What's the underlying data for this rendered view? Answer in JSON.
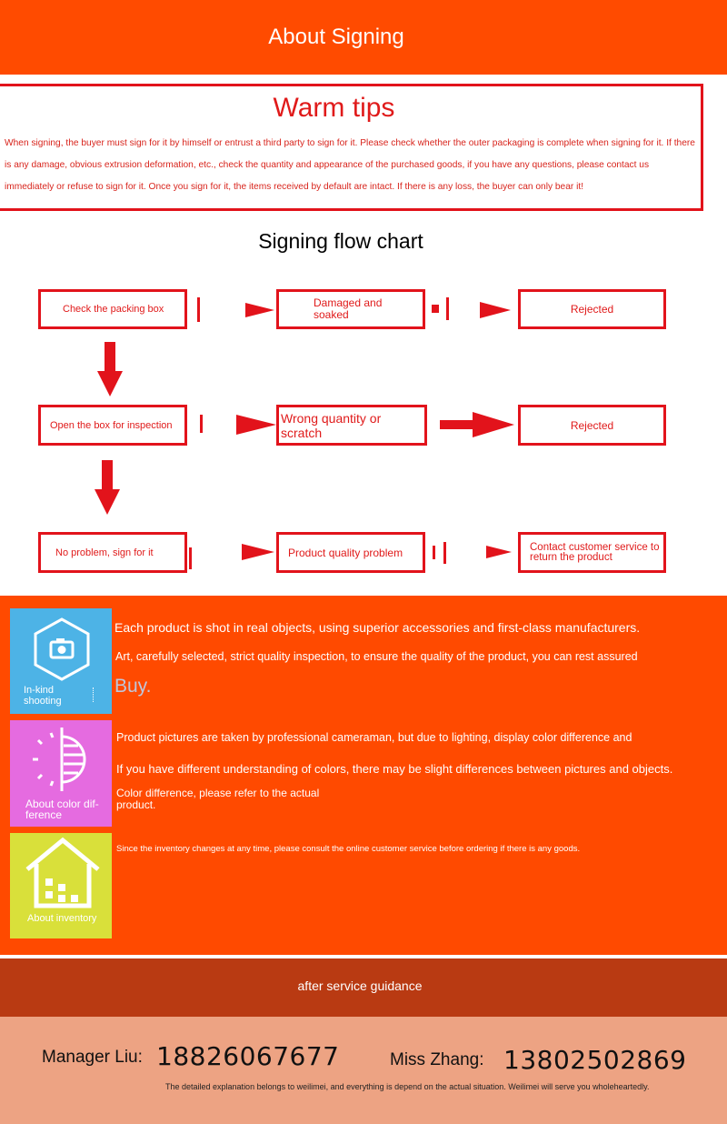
{
  "header": {
    "title": "About Signing"
  },
  "tips": {
    "title": "Warm tips",
    "body": "When signing, the buyer must sign for it by himself or entrust a third party to sign for it. Please check whether the outer packaging is complete when signing for it. If there is any damage, obvious extrusion deformation, etc., check the quantity and appearance of the purchased goods, if you have any questions, please contact us immediately or refuse to sign for it. Once you sign for it, the items received by default are intact. If there is any loss, the buyer can only bear it!"
  },
  "flow": {
    "title": "Signing flow chart",
    "row1": {
      "step": "Check the packing box",
      "issue": "Damaged and soaked",
      "result": "Rejected"
    },
    "row2": {
      "step": "Open the box for inspection",
      "issue": "Wrong quantity or scratch",
      "result": "Rejected"
    },
    "row3": {
      "step": "No problem, sign for it",
      "issue": "Product quality problem",
      "result": "Contact customer service to return the product"
    }
  },
  "features": {
    "shooting": {
      "label": "In-kind shooting",
      "line1": "Each product is shot in real objects, using superior accessories and first-class manufacturers.",
      "line2": "Art, carefully selected, strict quality inspection, to ensure the quality of the product, you can rest assured",
      "line3": "Buy.",
      "color": "#4db3e6"
    },
    "color_diff": {
      "label": "About color dif-ference",
      "line1": "Product pictures are taken by professional cameraman, but due to lighting, display color difference and",
      "line2": "If you have different understanding of colors, there may be slight differences between pictures and objects.",
      "line3": "Color difference, please refer to the actual product.",
      "color": "#e56be0"
    },
    "inventory": {
      "label": "About inventory",
      "line1": "Since the inventory changes at any time, please consult the online customer service before ordering if there is any goods.",
      "color": "#d9e03a"
    }
  },
  "guidance": {
    "title": "after service guidance"
  },
  "contacts": {
    "manager_label": "Manager Liu:",
    "manager_phone": "18826067677",
    "miss_label": "Miss Zhang:",
    "miss_phone": "13802502869",
    "footnote": "The detailed explanation belongs to weilimei, and everything is depend on the actual situation. Weilimei will serve you wholeheartedly."
  },
  "colors": {
    "accent": "#ff4b00",
    "flow_red": "#e2131b",
    "guide_bar": "#b93a12",
    "contact_bg": "#eda383"
  }
}
